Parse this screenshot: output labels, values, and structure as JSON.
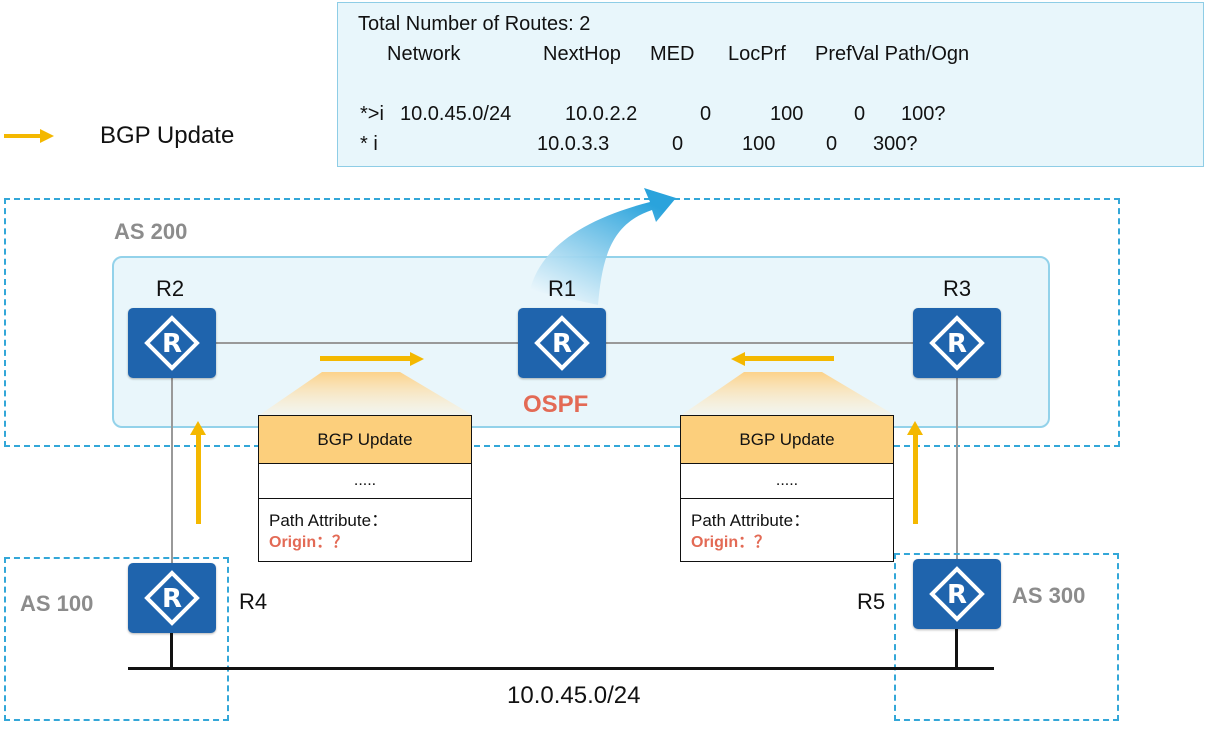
{
  "routing_table": {
    "title": "Total Number of Routes: 2",
    "col_network": "Network",
    "col_nexthop": "NextHop",
    "col_med": "MED",
    "col_locprf": "LocPrf",
    "col_prefval": "PrefVal Path/Ogn",
    "rows": [
      {
        "status": "*>i",
        "network": "10.0.45.0/24",
        "nexthop": "10.0.2.2",
        "med": "0",
        "locprf": "100",
        "prefval": "0",
        "path": "100?"
      },
      {
        "status": "* i",
        "network": "",
        "nexthop": "10.0.3.3",
        "med": "0",
        "locprf": "100",
        "prefval": "0",
        "path": "300?"
      }
    ]
  },
  "legend": {
    "label": "BGP Update",
    "color": "#f4b800"
  },
  "areas": {
    "as200": "AS 200",
    "as100": "AS 100",
    "as300": "AS 300",
    "igp": "OSPF"
  },
  "routers": {
    "r1": "R1",
    "r2": "R2",
    "r3": "R3",
    "r4": "R4",
    "r5": "R5"
  },
  "updates": {
    "left": {
      "title": "BGP Update",
      "ellipsis": ".....",
      "attr": "Path Attribute：",
      "origin": "Origin：？"
    },
    "right": {
      "title": "BGP Update",
      "ellipsis": ".....",
      "attr": "Path Attribute：",
      "origin": "Origin：？"
    }
  },
  "network": {
    "label": "10.0.45.0/24"
  },
  "colors": {
    "router": "#1f64ad",
    "dashed_border": "#33a7d8",
    "highlight": "#e36a55",
    "update_header": "#fccf7c"
  }
}
